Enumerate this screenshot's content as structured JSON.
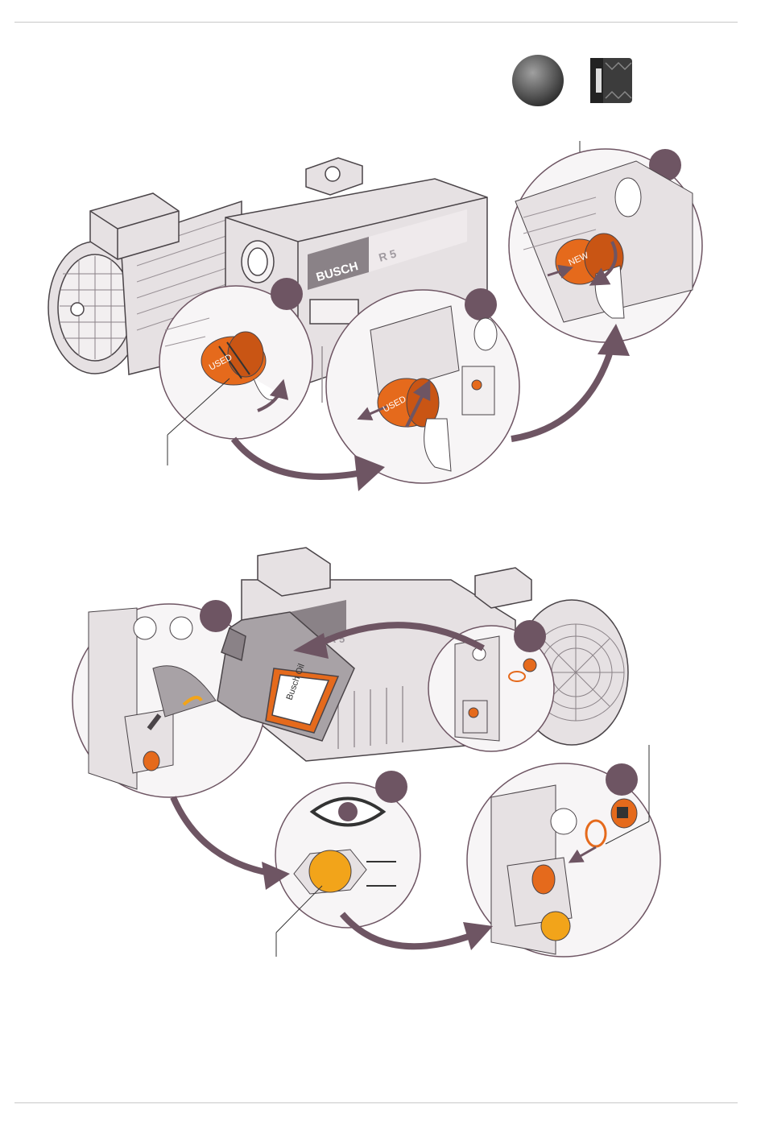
{
  "page": {
    "header_rule": "top",
    "footer_rule": "bottom"
  },
  "colors": {
    "accent_orange": "#e56a1c",
    "pump_grey": "#e6e1e3",
    "outline": "#4a4448",
    "arrow_plum": "#6e5563",
    "step_badge": "#6e5563",
    "oil_amber": "#f2a41a"
  },
  "top_section": {
    "icons": [
      "sphere-icon",
      "oil-filter-cartridge-icon"
    ],
    "pump_brand": "BUSCH",
    "pump_model": "R 5",
    "filter_used_label": "USED",
    "filter_used_label_2": "USED",
    "filter_new_label": "NEW"
  },
  "bottom_section": {
    "pump_model": "R 5",
    "oil_can_label": "Busch Oil",
    "icons": [
      "funnel-icon",
      "eye-icon",
      "sight-glass-icon",
      "drain-plug-icon",
      "o-ring-icon"
    ]
  }
}
